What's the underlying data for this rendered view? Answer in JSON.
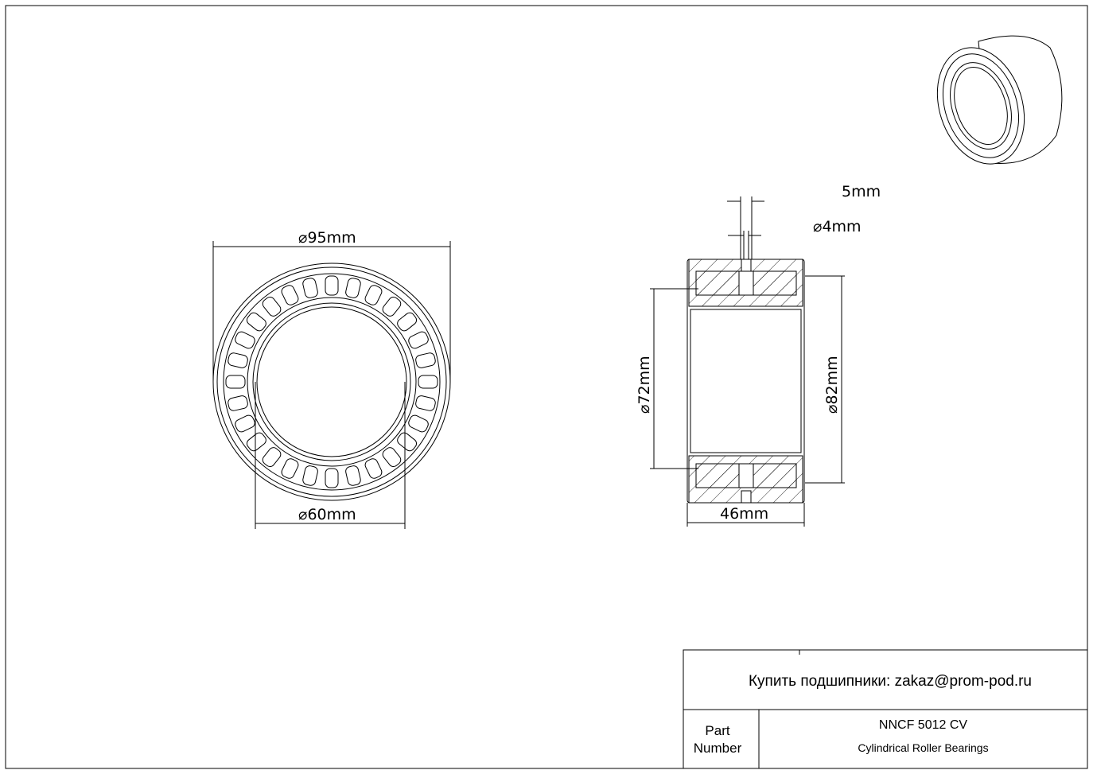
{
  "dimensions": {
    "outer_diameter": "95mm",
    "inner_diameter": "60mm",
    "groove_width": "5mm",
    "hole_diameter": "4mm",
    "diameter_72": "72mm",
    "diameter_82": "82mm",
    "width": "46mm",
    "diameter_symbol": "⌀"
  },
  "title_block": {
    "contact": "Купить подшипники: zakaz@prom-pod.ru",
    "part_label_line1": "Part",
    "part_label_line2": "Number",
    "part_number": "NNCF 5012 CV",
    "description": "Cylindrical Roller Bearings"
  },
  "rollers": 28
}
